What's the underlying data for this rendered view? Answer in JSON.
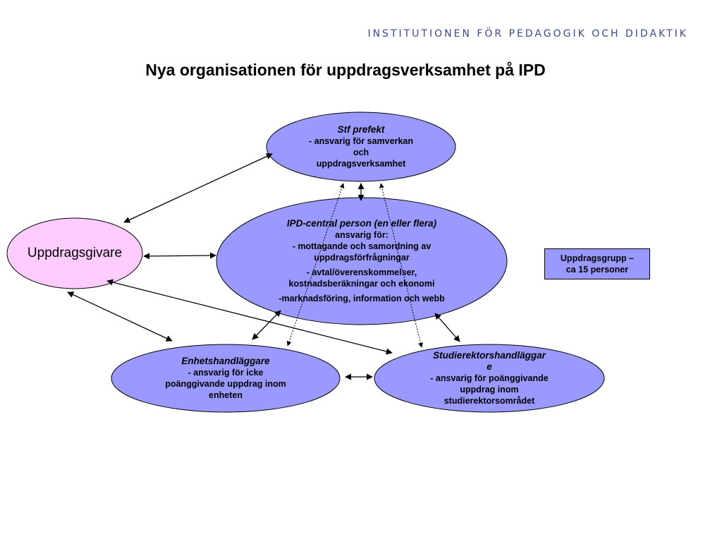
{
  "header": {
    "institution": "INSTITUTIONEN FÖR PEDAGOGIK OCH DIDAKTIK"
  },
  "title": "Nya organisationen för uppdragsverksamhet på IPD",
  "colors": {
    "node_fill": "#9999ff",
    "client_fill": "#ffccff",
    "stroke": "#000000",
    "header_text": "#3a4a8a"
  },
  "nodes": {
    "stf_prefekt": {
      "head": "Stf prefekt",
      "line1": "- ansvarig för samverkan",
      "line2": "och",
      "line3": "uppdragsverksamhet"
    },
    "ipd_central": {
      "head": "IPD-central person (en eller flera)",
      "line1": "ansvarig för:",
      "line2": "-  mottagande och samordning av",
      "line3": "uppdragsförfrågningar",
      "line4": "- avtal/överenskommelser,",
      "line5": "kostnadsberäkningar och ekonomi",
      "line6": "-marknadsföring, information och webb"
    },
    "uppdragsgivare": {
      "label": "Uppdragsgivare"
    },
    "enhetshandlaggare": {
      "head": "Enhetshandläggare",
      "line1": "- ansvarig för icke",
      "line2": "poänggivande uppdrag inom",
      "line3": "enheten"
    },
    "studierektorshandlaggare": {
      "head1": "Studierektorshandläggar",
      "head2": "e",
      "line1": "- ansvarig för poänggivande",
      "line2": "uppdrag inom",
      "line3": "studierektorsområdet"
    }
  },
  "group_box": {
    "line1": "Uppdragsgrupp –",
    "line2": "ca 15 personer"
  }
}
